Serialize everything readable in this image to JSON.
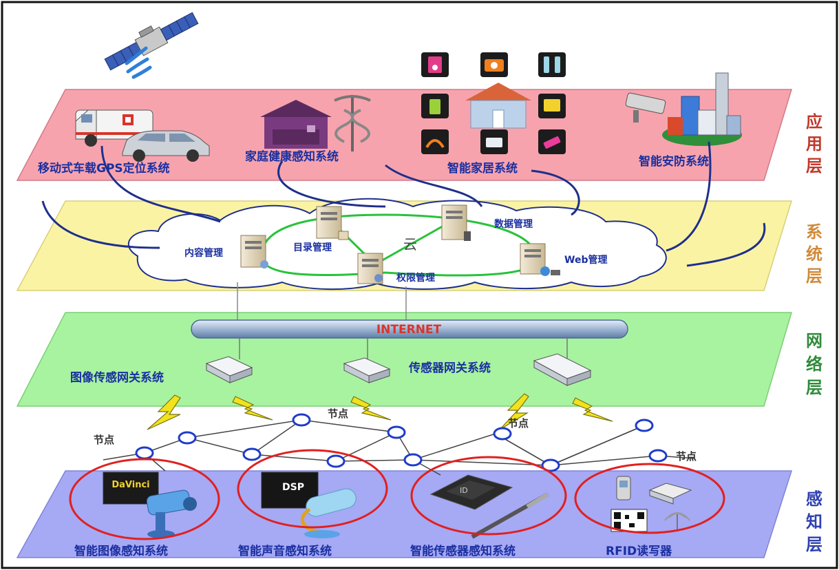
{
  "layers": {
    "application": {
      "label_chars": [
        "应",
        "用",
        "层"
      ],
      "color": "#c0392b"
    },
    "system": {
      "label_chars": [
        "系",
        "统",
        "层"
      ],
      "color": "#d08a3a"
    },
    "network": {
      "label_chars": [
        "网",
        "络",
        "层"
      ],
      "color": "#2e8b3a"
    },
    "perception": {
      "label_chars": [
        "感",
        "知",
        "层"
      ],
      "color": "#3040b0"
    }
  },
  "application": {
    "gps": "移动式车载GPS定位系统",
    "health": "家庭健康感知系统",
    "smart_home": "智能家居系统",
    "security": "智能安防系统"
  },
  "system": {
    "cloud": "云",
    "content": "内容管理",
    "catalog": "目录管理",
    "data": "数据管理",
    "permission": "权限管理",
    "web": "Web管理"
  },
  "network": {
    "internet": "INTERNET",
    "image_gateway": "图像传感网关系统",
    "sensor_gateway": "传感器网关系统"
  },
  "nodes": {
    "label": "节点"
  },
  "perception": {
    "image": "智能图像感知系统",
    "sound": "智能声音感知系统",
    "sensor": "智能传感器感知系统",
    "rfid": "RFID读写器",
    "davinci": "DaVinci",
    "dsp": "DSP"
  }
}
